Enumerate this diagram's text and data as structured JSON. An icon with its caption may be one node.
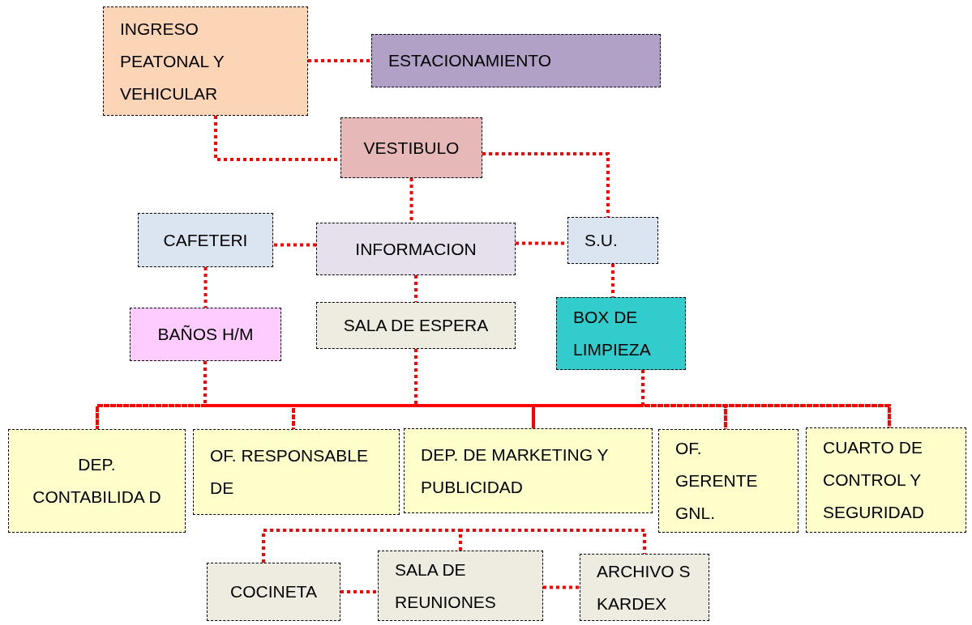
{
  "diagram": {
    "nodes": [
      {
        "text": [
          "INGRESO PEATONAL Y VEHICULAR"
        ]
      },
      {
        "text": [
          "ESTACIONAMIENTO"
        ]
      },
      {
        "text": [
          "VESTIBULO"
        ]
      },
      {
        "text": [
          "CAFETERI"
        ]
      },
      {
        "text": [
          "INFORMACION"
        ]
      },
      {
        "text": [
          "S.U."
        ]
      },
      {
        "text": [
          "BAÑOS H/M"
        ]
      },
      {
        "text": [
          "SALA DE ESPERA"
        ]
      },
      {
        "text": [
          "BOX DE LIMPIEZA"
        ]
      },
      {
        "text": [
          "DEP. CONTABILIDA D"
        ]
      },
      {
        "text": [
          "OF. RESPONSABLE DE"
        ]
      },
      {
        "text": [
          "DEP. DE MARKETING Y PUBLICIDAD"
        ]
      },
      {
        "text": [
          "OF. GERENTE GNL."
        ]
      },
      {
        "text": [
          "CUARTO DE CONTROL Y SEGURIDAD"
        ]
      },
      {
        "text": [
          "COCINETA"
        ]
      },
      {
        "text": [
          "SALA DE REUNIONES"
        ]
      },
      {
        "text": [
          "ARCHIVO S KARDEX"
        ]
      }
    ],
    "edges": [
      {
        "from": 0,
        "to": 1,
        "arrow": "none"
      },
      {
        "from": 0,
        "to": 2,
        "arrow": "none"
      },
      {
        "from": 2,
        "to": 4,
        "arrow": "none"
      },
      {
        "from": 2,
        "to": 5,
        "arrow": "none"
      },
      {
        "from": 4,
        "to": 3,
        "arrow": "none"
      },
      {
        "from": 4,
        "to": 5,
        "arrow": "none"
      },
      {
        "from": 4,
        "to": 7,
        "arrow": "none"
      },
      {
        "from": 3,
        "to": 6,
        "arrow": "none"
      },
      {
        "from": 5,
        "to": 8,
        "arrow": "none"
      },
      {
        "from": 6,
        "to": 9,
        "arrow": "none"
      },
      {
        "from": 6,
        "to": 10,
        "arrow": "none"
      },
      {
        "from": 6,
        "to": 11,
        "arrow": "none"
      },
      {
        "from": 6,
        "to": 12,
        "arrow": "none"
      },
      {
        "from": 6,
        "to": 13,
        "arrow": "none"
      },
      {
        "from": 7,
        "to": 9,
        "arrow": "none"
      },
      {
        "from": 7,
        "to": 10,
        "arrow": "none"
      },
      {
        "from": 7,
        "to": 11,
        "arrow": "none"
      },
      {
        "from": 7,
        "to": 12,
        "arrow": "none"
      },
      {
        "from": 7,
        "to": 13,
        "arrow": "none"
      },
      {
        "from": 8,
        "to": 9,
        "arrow": "none"
      },
      {
        "from": 8,
        "to": 10,
        "arrow": "none"
      },
      {
        "from": 8,
        "to": 11,
        "arrow": "none"
      },
      {
        "from": 8,
        "to": 12,
        "arrow": "none"
      },
      {
        "from": 8,
        "to": 13,
        "arrow": "none"
      },
      {
        "from": 15,
        "to": 14,
        "arrow": "none"
      },
      {
        "from": 15,
        "to": 16,
        "arrow": "none"
      },
      {
        "from": 14,
        "to": 15,
        "arrow": "none"
      },
      {
        "from": 15,
        "to": 16,
        "arrow": "none"
      }
    ]
  }
}
